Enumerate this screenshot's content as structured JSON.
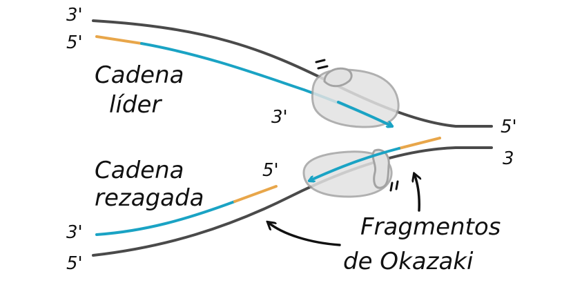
{
  "labels": {
    "leading_strand": [
      "Cadena",
      "líder"
    ],
    "lagging_strand": [
      "Cadena",
      "rezagada"
    ],
    "okazaki": [
      "Fragmentos",
      "de Okazaki"
    ]
  },
  "strand_ends": {
    "top_template_left": "3'",
    "top_new_left": "5'",
    "leading_tip": "3'",
    "right_top": "5'",
    "right_bottom": "3",
    "lagging_fragment_end": "5'",
    "bottom_new_left": "3'",
    "bottom_template_left": "5'"
  },
  "colors": {
    "template_strand": "#4a4a4a",
    "new_strand": "#1aa3c4",
    "primer": "#e8a64a",
    "enzyme_fill": "#e2e2e2",
    "enzyme_stroke": "#a3a3a3",
    "text": "#111111"
  }
}
